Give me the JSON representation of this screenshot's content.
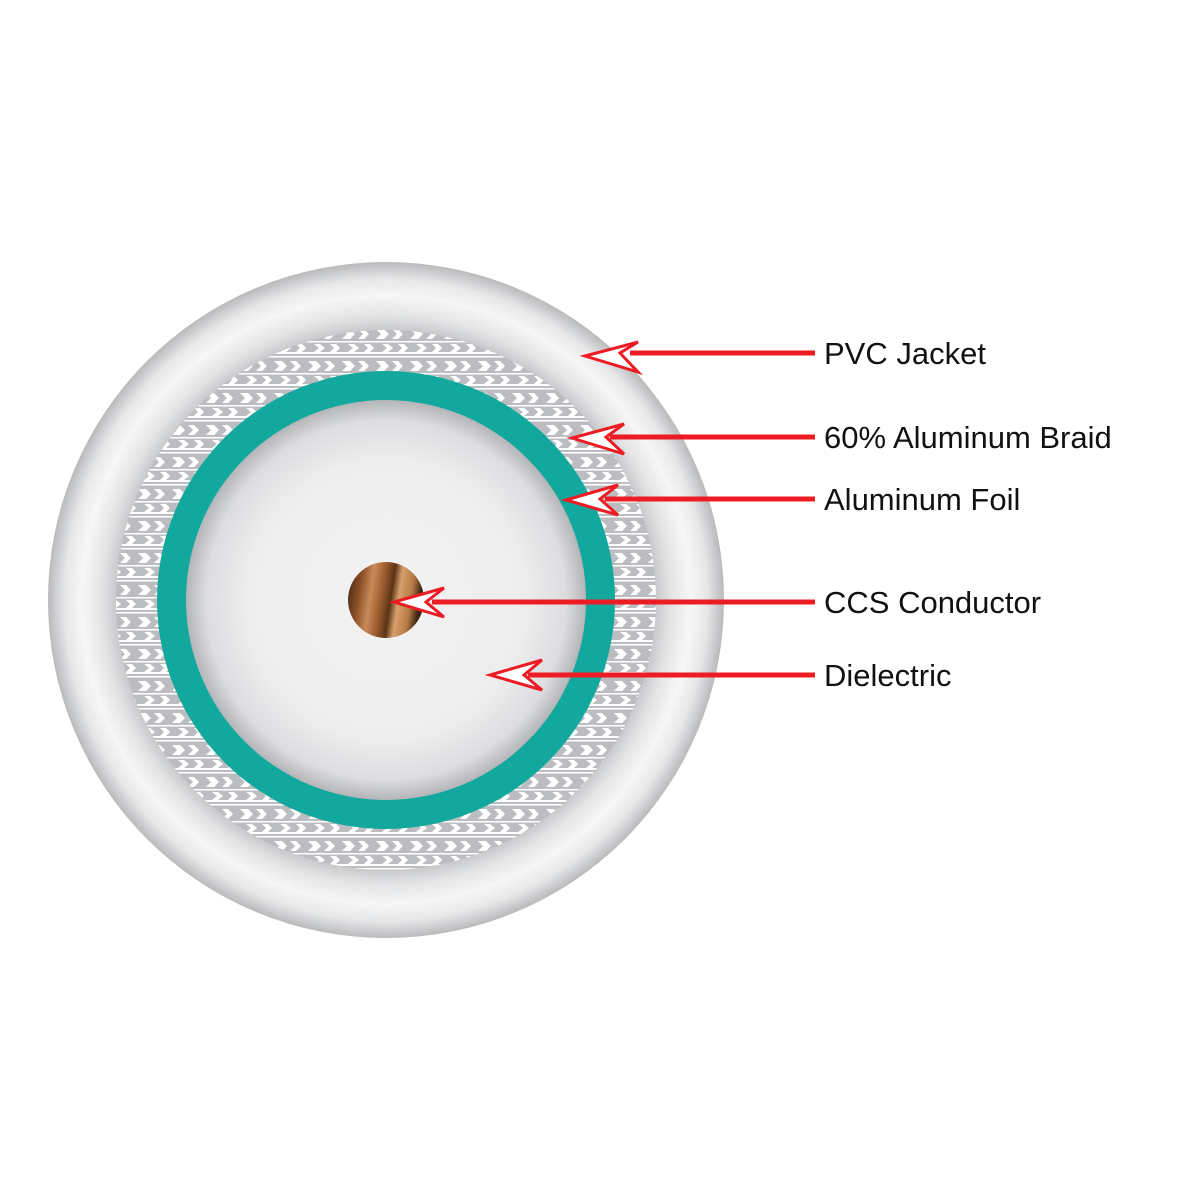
{
  "diagram": {
    "type": "cable-cross-section",
    "subject": "Coaxial cable",
    "colors": {
      "background": "#ffffff",
      "jacket": "#f1f1f2",
      "jacket_shadow": "#bdbec0",
      "braid_base": "#bcbdc0",
      "braid_pattern": "#ffffff",
      "foil": "#13a89e",
      "dielectric": "#eeeff0",
      "conductor": "#b8743f",
      "arrow": "#ed1c24",
      "label_text": "#111111"
    },
    "layers": [
      {
        "id": "jacket",
        "label": "PVC Jacket"
      },
      {
        "id": "braid",
        "label": "60% Aluminum Braid"
      },
      {
        "id": "foil",
        "label": "Aluminum Foil"
      },
      {
        "id": "conductor",
        "label": "CCS Conductor"
      },
      {
        "id": "dielectric",
        "label": "Dielectric"
      }
    ]
  }
}
